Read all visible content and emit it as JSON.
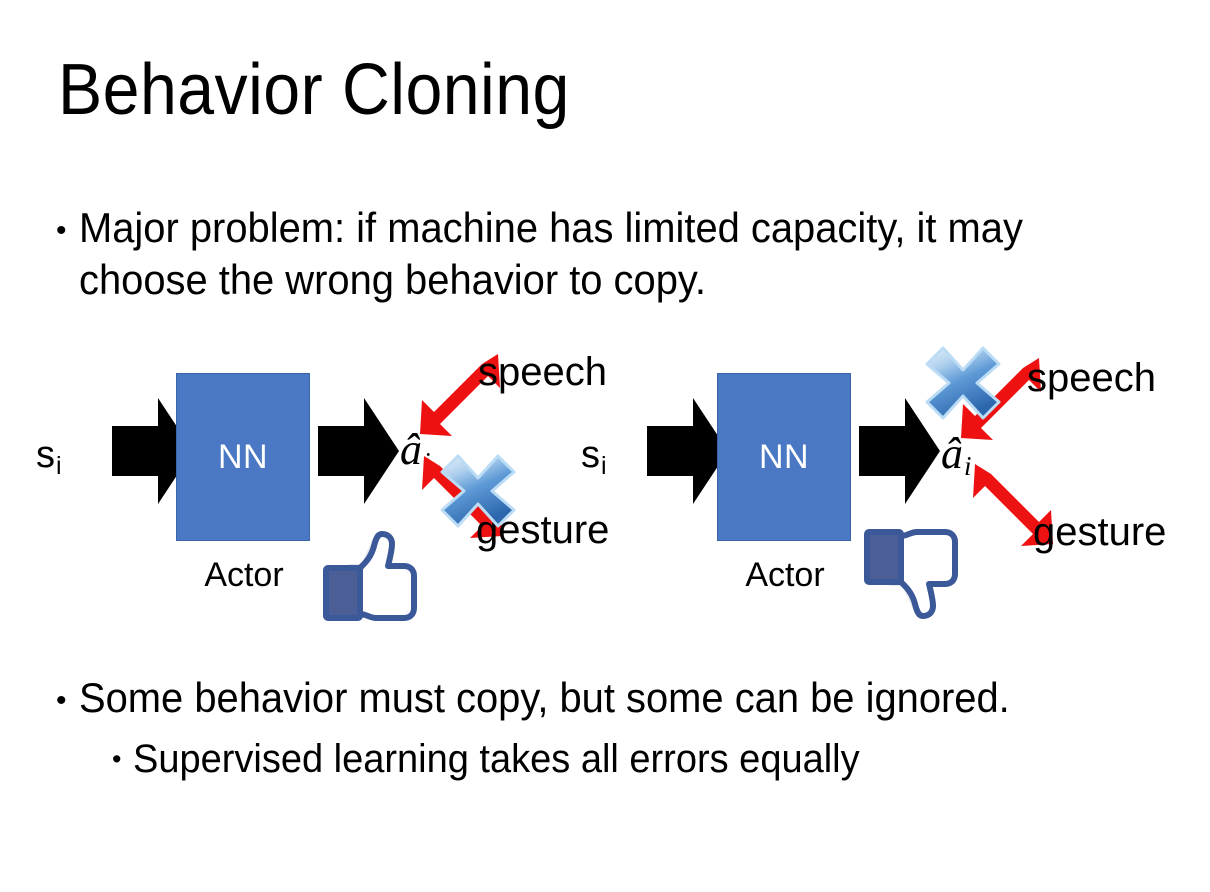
{
  "slide": {
    "title": "Behavior Cloning",
    "background_color": "#FFFFFF",
    "bullets": [
      {
        "marker": "•",
        "text": "Major problem: if machine has limited capacity, it may choose the wrong behavior to copy.",
        "level": 1
      },
      {
        "marker": "•",
        "text": "Some behavior must copy, but some can be ignored.",
        "level": 1
      },
      {
        "marker": "•",
        "text": "Supervised learning takes all errors equally",
        "level": 2
      }
    ]
  },
  "colors": {
    "nn_box_fill": "#4A78C4",
    "nn_box_border": "#3A63A8",
    "nn_text": "#FFFFFF",
    "red_arrow": "#EE1111",
    "cross_blue_light": "#CFE2F7",
    "cross_blue_mid": "#6FA8DC",
    "cross_blue_dark": "#2E6DB4",
    "thumb_outline": "#3B5998",
    "thumb_fill": "#FFFFFF",
    "thumb_cuff": "#4C5E96",
    "black_arrow": "#000000",
    "text": "#000000"
  },
  "diagrams": [
    {
      "id": "left",
      "input_label": "s",
      "input_subscript": "i",
      "box_label": "NN",
      "box_caption": "Actor",
      "output_label": "a",
      "output_subscript": "i",
      "output_has_hat": true,
      "branches": [
        {
          "name": "speech",
          "label": "speech",
          "crossed_out": false
        },
        {
          "name": "gesture",
          "label": "gesture",
          "crossed_out": true
        }
      ],
      "feedback_icon": "thumbs-up",
      "feedback_sentiment": "positive"
    },
    {
      "id": "right",
      "input_label": "s",
      "input_subscript": "i",
      "box_label": "NN",
      "box_caption": "Actor",
      "output_label": "a",
      "output_subscript": "i",
      "output_has_hat": true,
      "branches": [
        {
          "name": "speech",
          "label": "speech",
          "crossed_out": true
        },
        {
          "name": "gesture",
          "label": "gesture",
          "crossed_out": false
        }
      ],
      "feedback_icon": "thumbs-down",
      "feedback_sentiment": "negative"
    }
  ],
  "icons": {
    "flow_arrow": "right-block-arrow-icon",
    "bidirectional": "red-double-arrow-icon",
    "cross": "blue-x-cross-icon",
    "thumbs_up": "thumbs-up-icon",
    "thumbs_down": "thumbs-down-icon"
  }
}
